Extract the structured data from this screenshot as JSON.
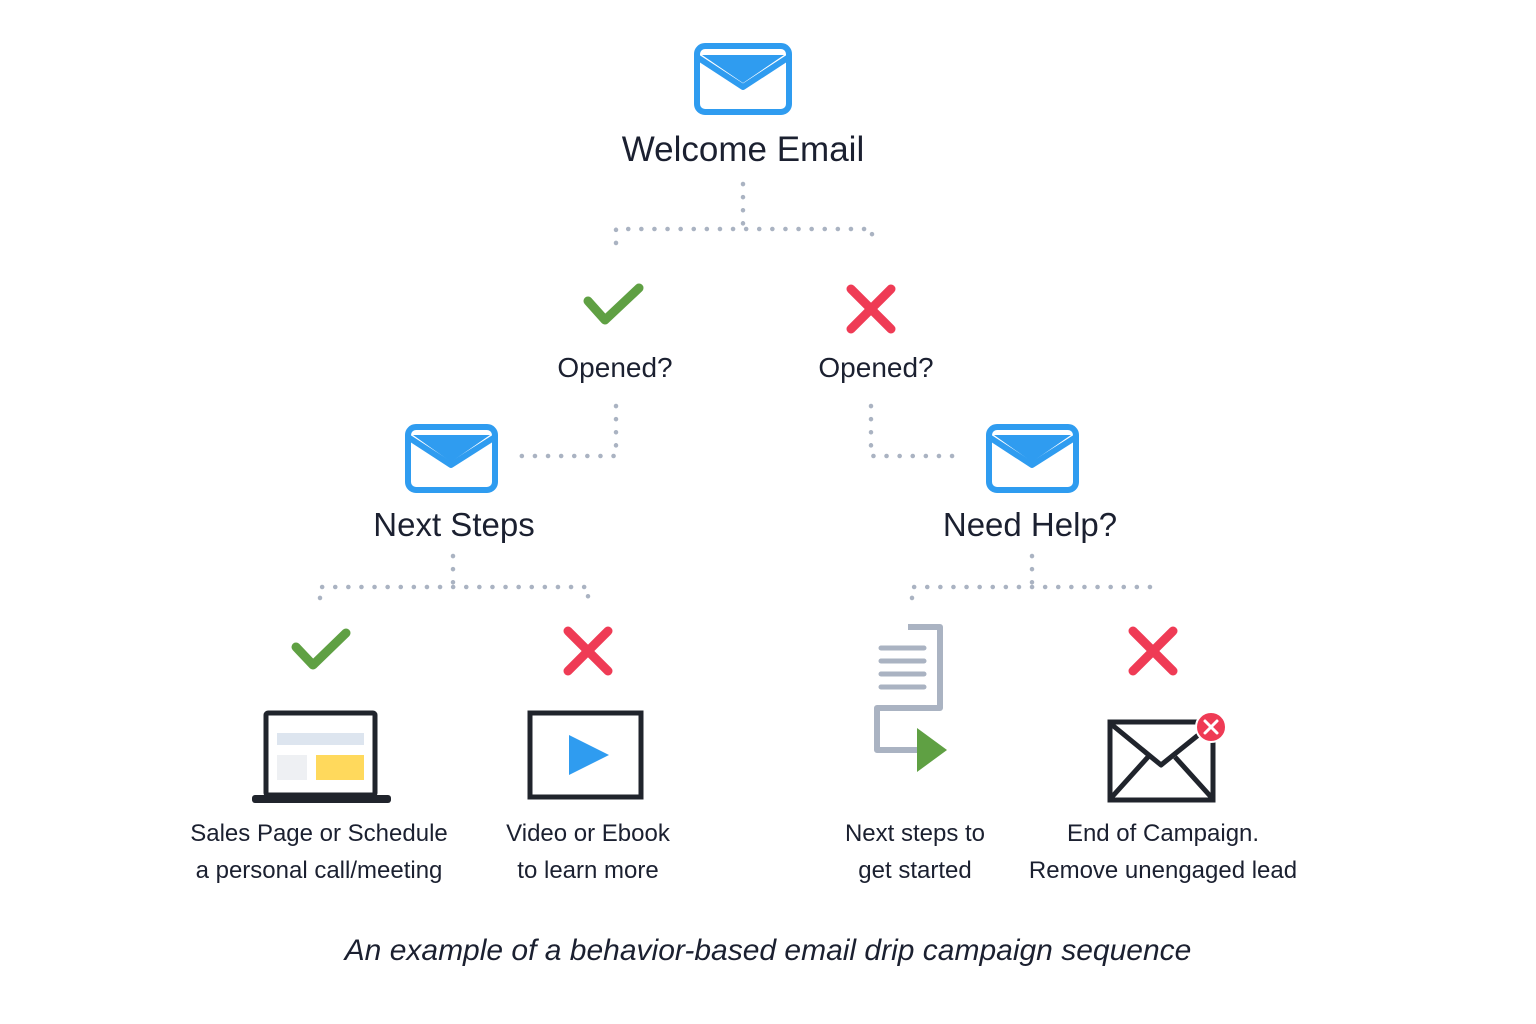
{
  "colors": {
    "email_blue": "#2f9cf0",
    "check_green": "#5fa043",
    "cross_red": "#ef3b55",
    "connector_gray": "#aab3c2",
    "outline_dark": "#20242c",
    "highlight_yellow": "#ffd95c"
  },
  "root": {
    "icon": "email-icon",
    "label": "Welcome Email"
  },
  "branch_yes": {
    "icon": "check-icon",
    "label": "Opened?"
  },
  "branch_no": {
    "icon": "cross-icon",
    "label": "Opened?"
  },
  "next_steps": {
    "icon": "email-icon",
    "label": "Next Steps"
  },
  "need_help": {
    "icon": "email-icon",
    "label": "Need Help?"
  },
  "leaves": [
    {
      "icon": "laptop-icon",
      "status_icon": "check-icon",
      "line1": "Sales Page or Schedule",
      "line2": "a personal call/meeting"
    },
    {
      "icon": "video-icon",
      "status_icon": "cross-icon",
      "line1": "Video or Ebook",
      "line2": "to learn more"
    },
    {
      "icon": "document-arrow-icon",
      "status_icon": "",
      "line1": "Next steps to",
      "line2": "get started"
    },
    {
      "icon": "envelope-cancel-icon",
      "status_icon": "cross-icon",
      "line1": "End of Campaign.",
      "line2": "Remove unengaged lead"
    }
  ],
  "caption": "An example of a behavior-based email drip campaign sequence"
}
